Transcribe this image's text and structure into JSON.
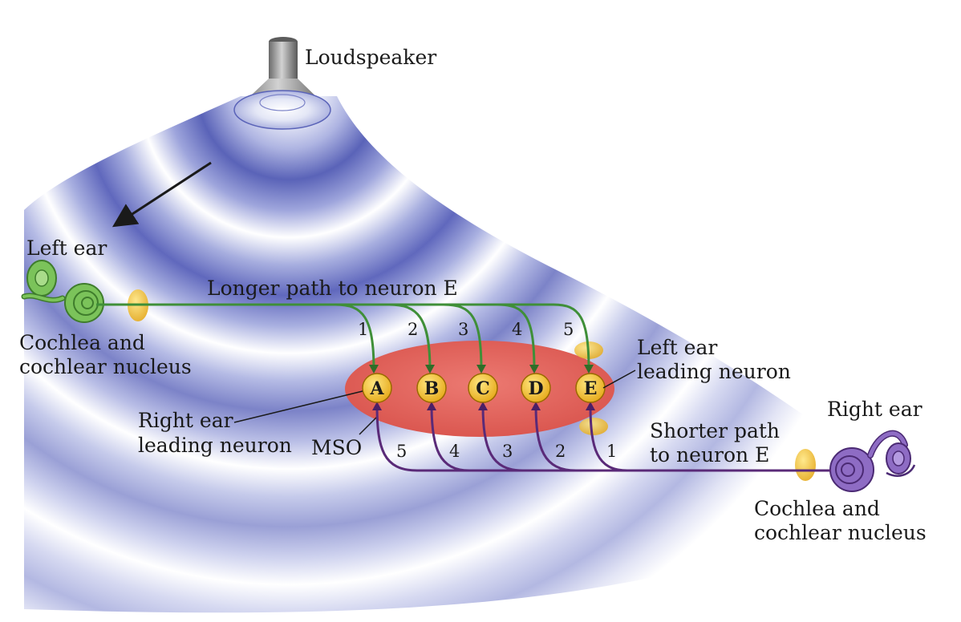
{
  "labels": {
    "loudspeaker": "Loudspeaker",
    "left_ear": "Left ear",
    "right_ear": "Right ear",
    "longer_path": "Longer path to neuron E",
    "shorter_path_1": "Shorter path",
    "shorter_path_2": "to neuron E",
    "cochlea_left_1": "Cochlea and",
    "cochlea_left_2": "cochlear nucleus",
    "cochlea_right_1": "Cochlea and",
    "cochlea_right_2": "cochlear nucleus",
    "left_leading_1": "Left ear",
    "left_leading_2": "leading neuron",
    "right_leading_1": "Right ear",
    "right_leading_2": "leading neuron",
    "mso": "MSO"
  },
  "neurons": [
    "A",
    "B",
    "C",
    "D",
    "E"
  ],
  "top_path_numbers": [
    "1",
    "2",
    "3",
    "4",
    "5"
  ],
  "bottom_path_numbers": [
    "5",
    "4",
    "3",
    "2",
    "1"
  ],
  "colors": {
    "wave_blue": "#4a55b0",
    "left_pathway_green": "#3f8f38",
    "right_pathway_purple": "#5a2a78",
    "mso_red": "#e0605a",
    "neuron_yellow": "#f1c232",
    "left_ear_green": "#7bc35a",
    "right_ear_purple": "#8e6cc4"
  }
}
